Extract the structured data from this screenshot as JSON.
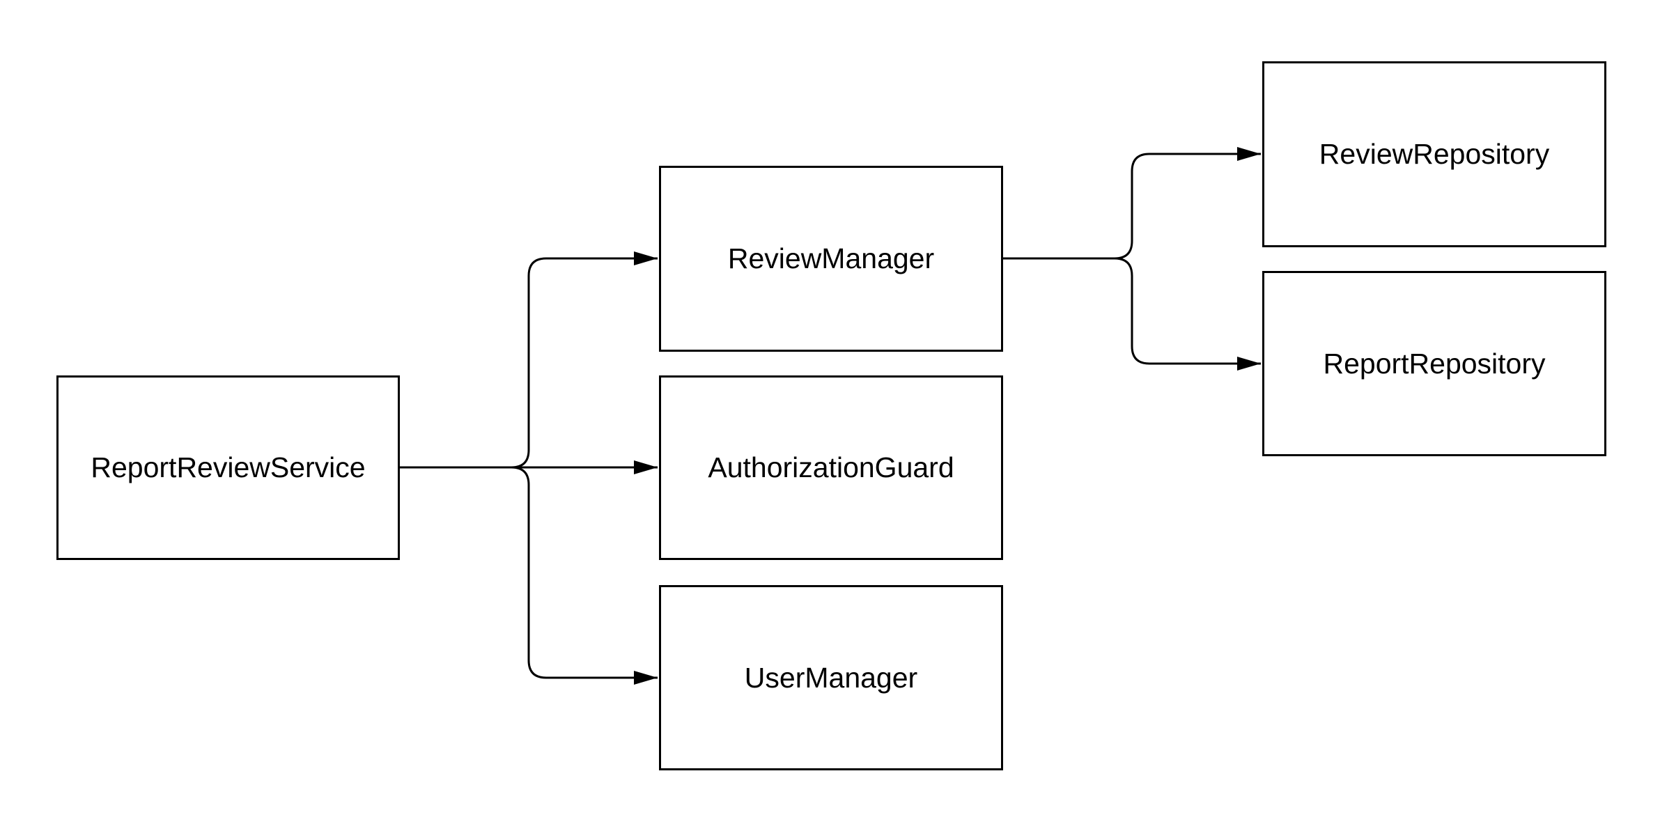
{
  "diagram": {
    "nodes": {
      "service": "ReportReviewService",
      "review_manager": "ReviewManager",
      "auth_guard": "AuthorizationGuard",
      "user_manager": "UserManager",
      "review_repository": "ReviewRepository",
      "report_repository": "ReportRepository"
    },
    "edges": [
      {
        "from": "ReportReviewService",
        "to": "ReviewManager"
      },
      {
        "from": "ReportReviewService",
        "to": "AuthorizationGuard"
      },
      {
        "from": "ReportReviewService",
        "to": "UserManager"
      },
      {
        "from": "ReviewManager",
        "to": "ReviewRepository"
      },
      {
        "from": "ReviewManager",
        "to": "ReportRepository"
      }
    ],
    "line_color": "#000000",
    "box_border_color": "#000000",
    "background": "#ffffff"
  }
}
